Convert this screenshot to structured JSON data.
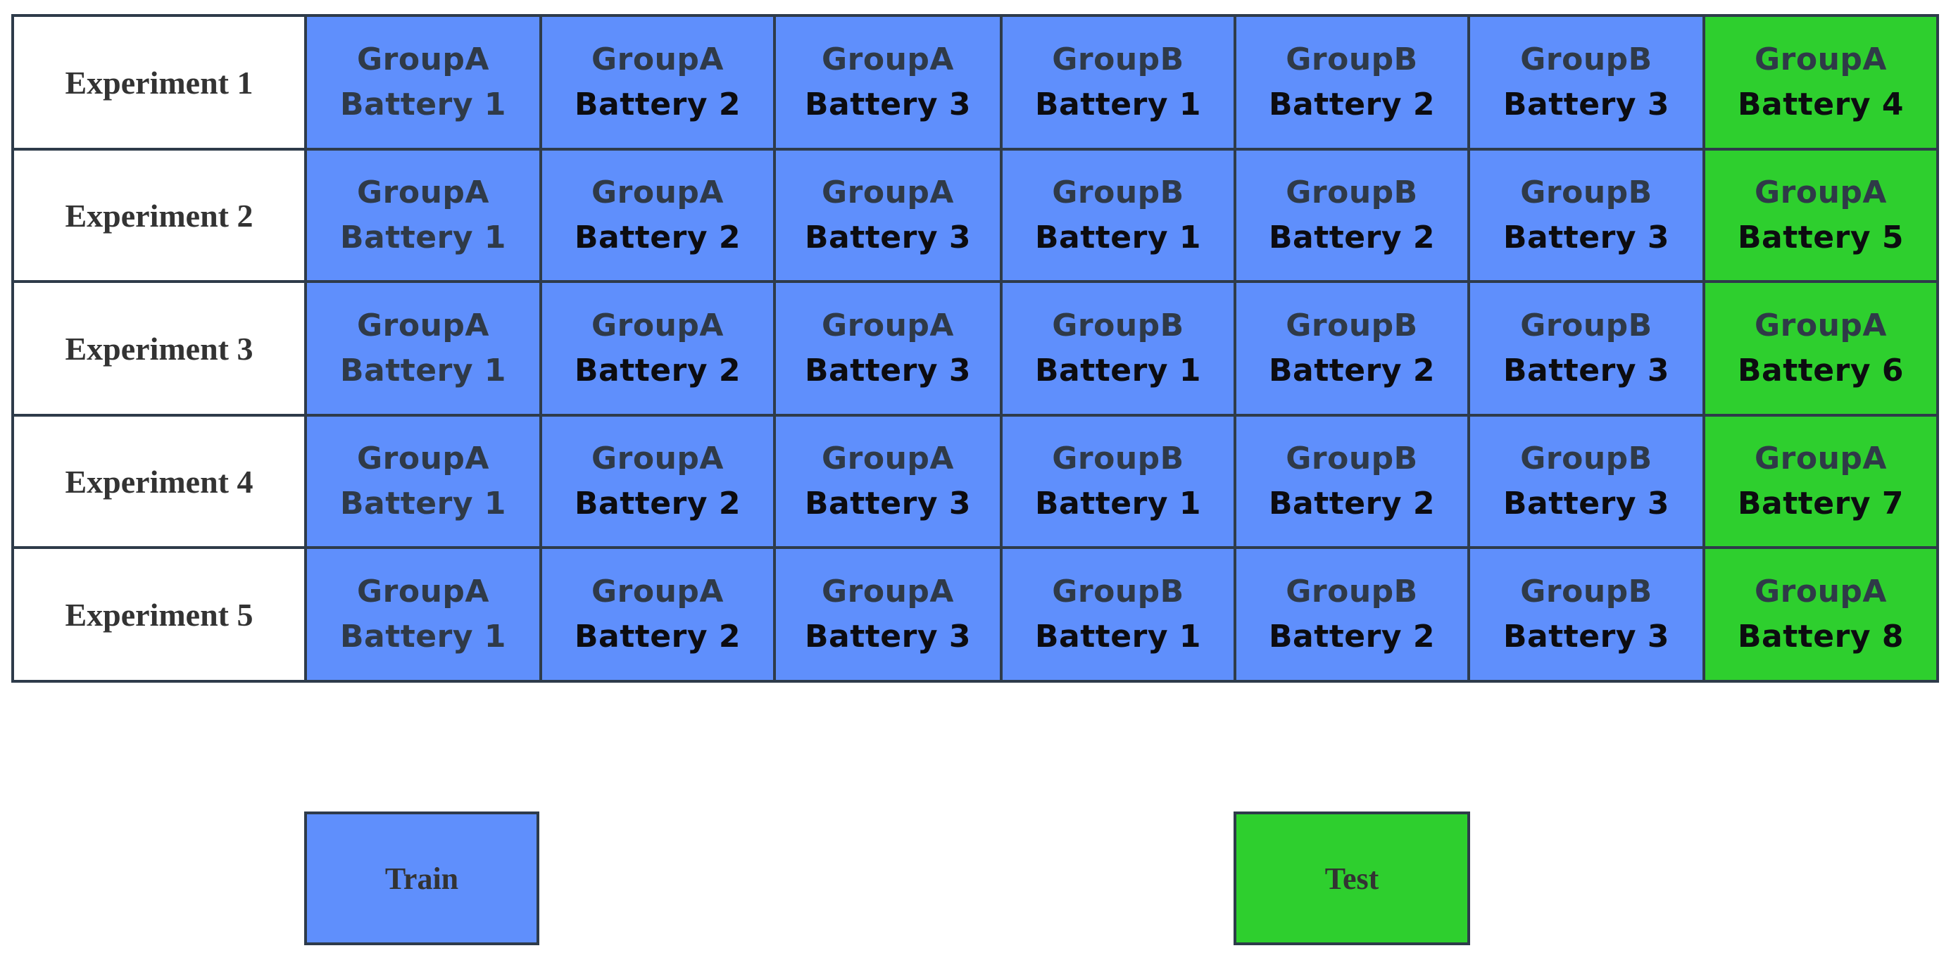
{
  "colors": {
    "train": "#5f8ffc",
    "test": "#2ecf2e",
    "border": "#2e3b4a",
    "label_background": "#ffffff"
  },
  "experiments": [
    {
      "label": "Experiment 1",
      "cells": [
        {
          "group": "GroupA",
          "battery": "Battery 1",
          "role": "train"
        },
        {
          "group": "GroupA",
          "battery": "Battery 2",
          "role": "train"
        },
        {
          "group": "GroupA",
          "battery": "Battery 3",
          "role": "train"
        },
        {
          "group": "GroupB",
          "battery": "Battery 1",
          "role": "train"
        },
        {
          "group": "GroupB",
          "battery": "Battery 2",
          "role": "train"
        },
        {
          "group": "GroupB",
          "battery": "Battery 3",
          "role": "train"
        },
        {
          "group": "GroupA",
          "battery": "Battery 4",
          "role": "test"
        }
      ]
    },
    {
      "label": "Experiment 2",
      "cells": [
        {
          "group": "GroupA",
          "battery": "Battery 1",
          "role": "train"
        },
        {
          "group": "GroupA",
          "battery": "Battery 2",
          "role": "train"
        },
        {
          "group": "GroupA",
          "battery": "Battery 3",
          "role": "train"
        },
        {
          "group": "GroupB",
          "battery": "Battery 1",
          "role": "train"
        },
        {
          "group": "GroupB",
          "battery": "Battery 2",
          "role": "train"
        },
        {
          "group": "GroupB",
          "battery": "Battery 3",
          "role": "train"
        },
        {
          "group": "GroupA",
          "battery": "Battery 5",
          "role": "test"
        }
      ]
    },
    {
      "label": "Experiment 3",
      "cells": [
        {
          "group": "GroupA",
          "battery": "Battery 1",
          "role": "train"
        },
        {
          "group": "GroupA",
          "battery": "Battery 2",
          "role": "train"
        },
        {
          "group": "GroupA",
          "battery": "Battery 3",
          "role": "train"
        },
        {
          "group": "GroupB",
          "battery": "Battery 1",
          "role": "train"
        },
        {
          "group": "GroupB",
          "battery": "Battery 2",
          "role": "train"
        },
        {
          "group": "GroupB",
          "battery": "Battery 3",
          "role": "train"
        },
        {
          "group": "GroupA",
          "battery": "Battery 6",
          "role": "test"
        }
      ]
    },
    {
      "label": "Experiment 4",
      "cells": [
        {
          "group": "GroupA",
          "battery": "Battery 1",
          "role": "train"
        },
        {
          "group": "GroupA",
          "battery": "Battery 2",
          "role": "train"
        },
        {
          "group": "GroupA",
          "battery": "Battery 3",
          "role": "train"
        },
        {
          "group": "GroupB",
          "battery": "Battery 1",
          "role": "train"
        },
        {
          "group": "GroupB",
          "battery": "Battery 2",
          "role": "train"
        },
        {
          "group": "GroupB",
          "battery": "Battery 3",
          "role": "train"
        },
        {
          "group": "GroupA",
          "battery": "Battery 7",
          "role": "test"
        }
      ]
    },
    {
      "label": "Experiment 5",
      "cells": [
        {
          "group": "GroupA",
          "battery": "Battery 1",
          "role": "train"
        },
        {
          "group": "GroupA",
          "battery": "Battery 2",
          "role": "train"
        },
        {
          "group": "GroupA",
          "battery": "Battery 3",
          "role": "train"
        },
        {
          "group": "GroupB",
          "battery": "Battery 1",
          "role": "train"
        },
        {
          "group": "GroupB",
          "battery": "Battery 2",
          "role": "train"
        },
        {
          "group": "GroupB",
          "battery": "Battery 3",
          "role": "train"
        },
        {
          "group": "GroupA",
          "battery": "Battery 8",
          "role": "test"
        }
      ]
    }
  ],
  "legend": {
    "train_label": "Train",
    "test_label": "Test"
  }
}
